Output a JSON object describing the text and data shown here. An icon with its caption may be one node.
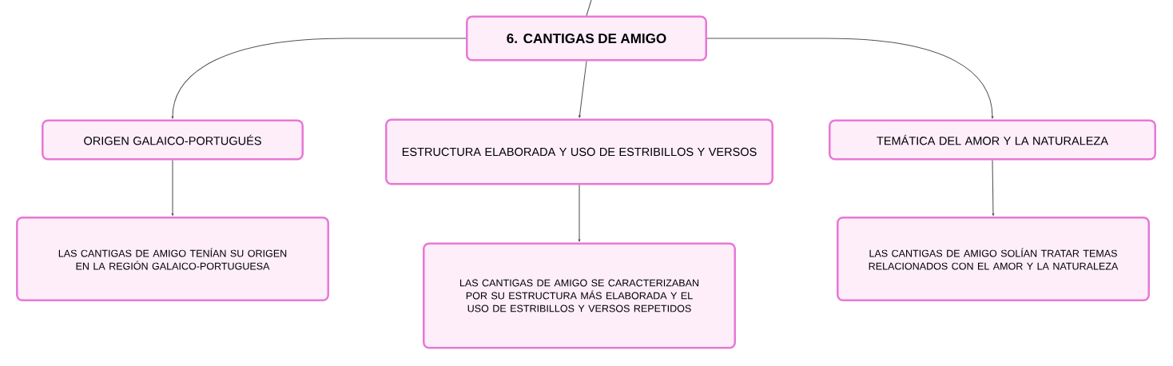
{
  "diagram": {
    "nodes": [
      {
        "text": [
          "6. CANTIGAS DE AMIGO"
        ]
      },
      {
        "text": [
          "ORIGEN GALAICO-PORTUGUÉS"
        ]
      },
      {
        "text": [
          "ESTRUCTURA ELABORADA Y USO DE ESTRIBILLOS Y VERSOS"
        ]
      },
      {
        "text": [
          "TEMÁTICA DEL AMOR Y LA NATURALEZA"
        ]
      },
      {
        "text": [
          "LAS CANTIGAS DE AMIGO TENÍAN SU ORIGEN EN LA REGIÓN GALAICO-PORTUGUESA"
        ]
      },
      {
        "text": [
          "LAS CANTIGAS DE AMIGO SE CARACTERIZABAN POR SU ESTRUCTURA MÁS ELABORADA Y EL USO DE ESTRIBILLOS Y VERSOS REPETIDOS"
        ]
      },
      {
        "text": [
          "LAS CANTIGAS DE AMIGO SOLÍAN TRATAR TEMAS RELACIONADOS CON EL AMOR Y LA NATURALEZA"
        ]
      }
    ],
    "edges": [
      {
        "from": null,
        "to": 0,
        "arrow": "none"
      },
      {
        "from": 0,
        "to": 1,
        "arrow": "to"
      },
      {
        "from": 0,
        "to": 2,
        "arrow": "to"
      },
      {
        "from": 0,
        "to": 3,
        "arrow": "to"
      },
      {
        "from": 1,
        "to": 4,
        "arrow": "to"
      },
      {
        "from": 2,
        "to": 5,
        "arrow": "to"
      },
      {
        "from": 3,
        "to": 6,
        "arrow": "to"
      }
    ]
  }
}
